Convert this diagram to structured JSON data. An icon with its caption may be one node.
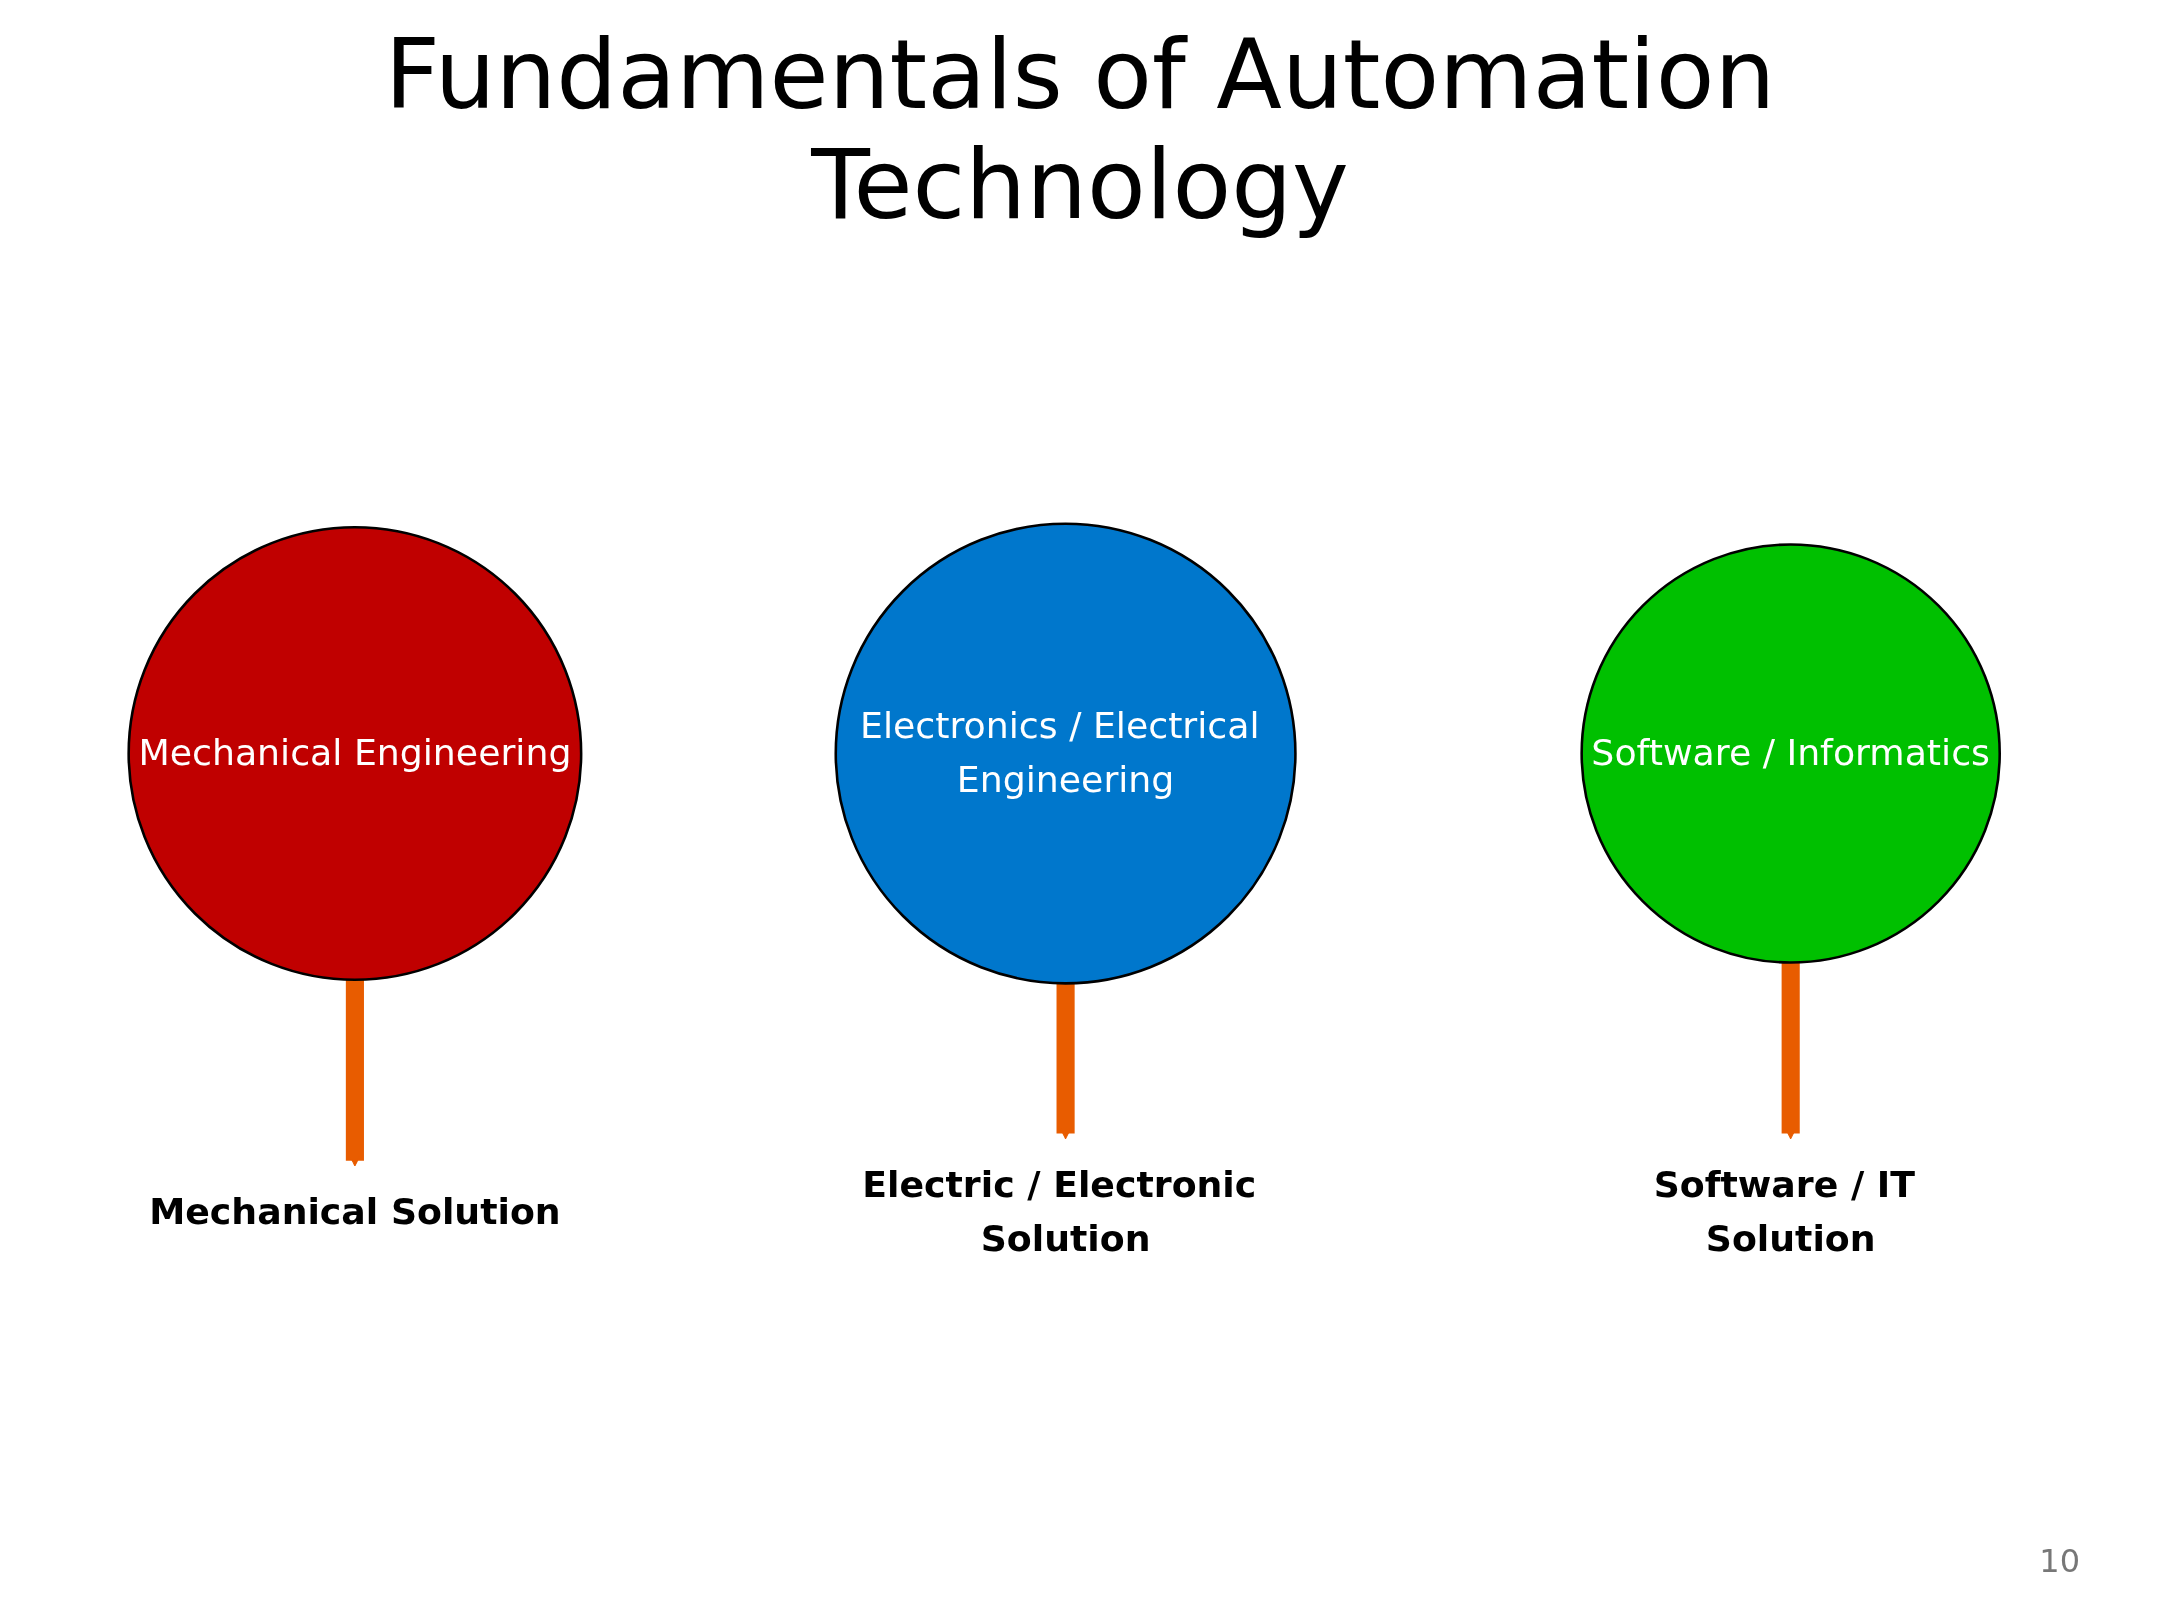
{
  "diagram": {
    "title": "Fundamentals of Automation Technology",
    "nodes": [
      {
        "text": [
          "Mechanical Engineering"
        ]
      },
      {
        "text": [
          "Electronics / Electrical Engineering"
        ]
      },
      {
        "text": [
          "Software / Informatics"
        ]
      },
      {
        "text": [
          "Mechanical Solution"
        ]
      },
      {
        "text": [
          "Electric / Electronic Solution"
        ]
      },
      {
        "text": [
          "Software / IT Solution"
        ]
      }
    ],
    "edges": [
      {
        "from": 0,
        "to": 3,
        "arrow": "to"
      },
      {
        "from": 1,
        "to": 4,
        "arrow": "to"
      },
      {
        "from": 2,
        "to": 5,
        "arrow": "to"
      }
    ],
    "labels": [
      "10"
    ]
  }
}
